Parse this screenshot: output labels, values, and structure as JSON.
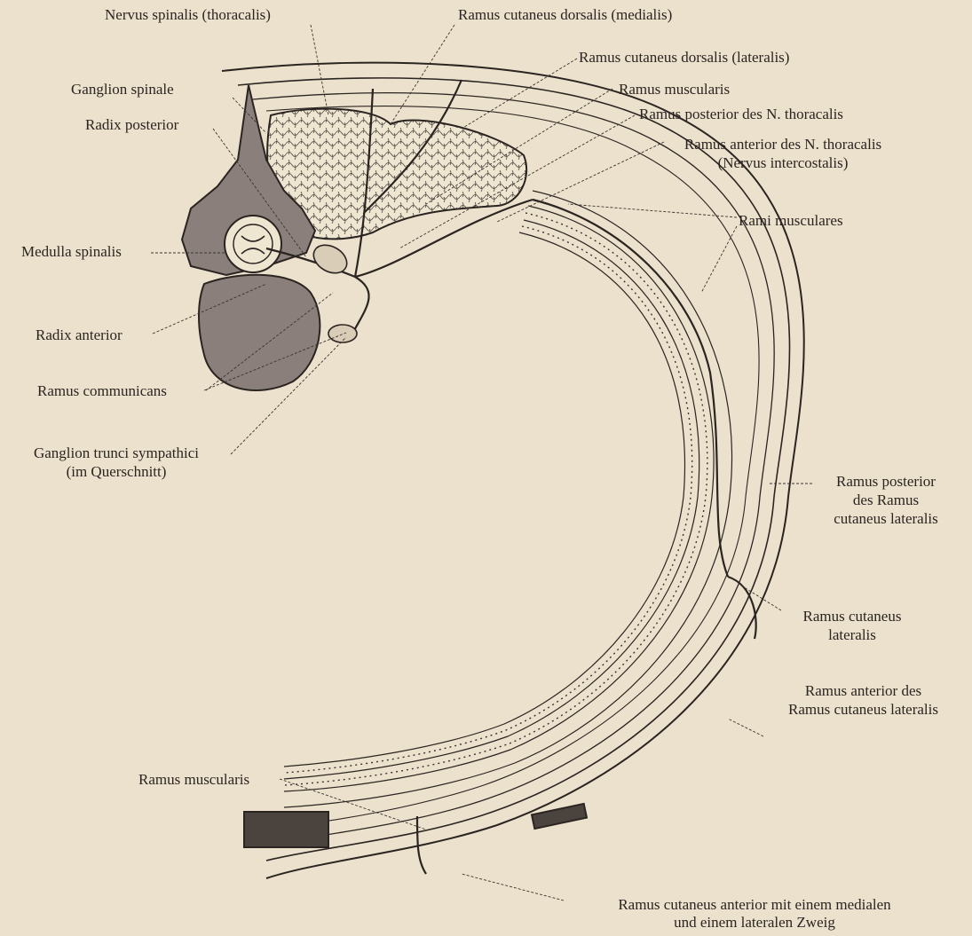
{
  "figure": {
    "labels": {
      "nervus_spinalis": "Nervus spinalis (thoracalis)",
      "ramus_cut_dorsalis_med": "Ramus cutaneus dorsalis (medialis)",
      "ramus_cut_dorsalis_lat": "Ramus cutaneus dorsalis (lateralis)",
      "ganglion_spinale": "Ganglion spinale",
      "ramus_muscularis_top": "Ramus muscularis",
      "radix_posterior": "Radix posterior",
      "ramus_posterior_thor": "Ramus posterior des N. thoracalis",
      "ramus_anterior_thor_1": "Ramus anterior des N. thoracalis",
      "ramus_anterior_thor_2": "(Nervus intercostalis)",
      "rami_musculares": "Rami musculares",
      "medulla_spinalis": "Medulla spinalis",
      "radix_anterior": "Radix anterior",
      "ramus_communicans": "Ramus communicans",
      "ganglion_trunci_1": "Ganglion trunci sympathici",
      "ganglion_trunci_2": "(im Querschnitt)",
      "ramus_post_cut_lat_1": "Ramus posterior",
      "ramus_post_cut_lat_2": "des Ramus",
      "ramus_post_cut_lat_3": "cutaneus lateralis",
      "ramus_cut_lat_1": "Ramus cutaneus",
      "ramus_cut_lat_2": "lateralis",
      "ramus_ant_cut_lat_1": "Ramus anterior des",
      "ramus_ant_cut_lat_2": "Ramus cutaneus lateralis",
      "ramus_muscularis_bottom": "Ramus muscularis",
      "ramus_cut_anterior_1": "Ramus cutaneus anterior mit einem medialen",
      "ramus_cut_anterior_2": "und einem lateralen Zweig"
    },
    "colors": {
      "paper": "#ece1cc",
      "ink": "#2b2522",
      "bone": "#8a7f7a",
      "muscle_light": "#efe6d2",
      "stripe": "#5a524c"
    }
  }
}
